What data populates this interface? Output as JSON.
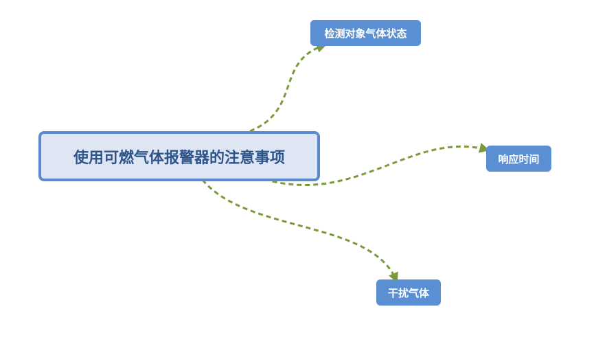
{
  "central_topic": {
    "label": "使用可燃气体报警器的注意事项",
    "border_color": "#5a8bcf",
    "fill_color": "#dde6f2",
    "text_color": "#2f5489"
  },
  "subtopics": [
    {
      "label": "检测对象气体状态"
    },
    {
      "label": "响应时间"
    },
    {
      "label": "干扰气体"
    }
  ],
  "style": {
    "subtopic_fill": "#5b8fd3",
    "connector_color": "#7a9a3c",
    "connector_style": "dashed-arrow"
  }
}
